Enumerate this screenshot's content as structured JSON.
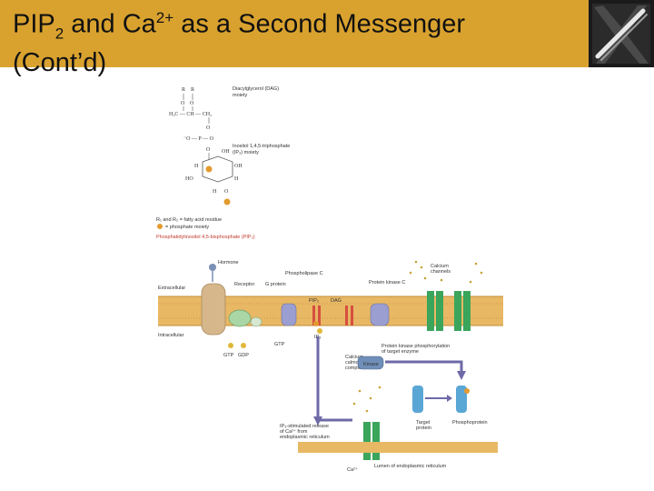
{
  "slide": {
    "title_part1": "PIP",
    "title_sub": "2",
    "title_part2": " and Ca",
    "title_sup": "2+",
    "title_part3": " as a Second Messenger",
    "title_line2": "(Cont’d)"
  },
  "colors": {
    "title_bar": "#d9a22f",
    "membrane": "#e8b865",
    "channel": "#3aa55b",
    "dark_accent": "#3a3a3a"
  },
  "figure": {
    "structure": {
      "r1": "R",
      "r2": "R",
      "diacylglycerol": "Diacylglycerol (DAG)",
      "diacylglycerol_2": "moiety",
      "inositol": "Inositol 1,4,5-triphosphate",
      "inositol_2": "(IP₃) moiety",
      "fatty_acid": "R₁ and R₂ = fatty acid residue",
      "phosphate_key": "= phosphate moiety",
      "pip2": "Phosphatidylinositol 4,5-bisphosphate (PIP₂)"
    },
    "labels": {
      "hormone": "Hormone",
      "extracellular": "Extracellular",
      "intracellular": "Intracellular",
      "receptor": "Receptor",
      "g_protein": "G protein",
      "phospholipase": "Phospholipase C",
      "protein_kinase": "Protein kinase C",
      "calcium_channels": "Calcium",
      "calcium_channels_2": "channels",
      "gtp": "GTP",
      "gdp": "GDP",
      "gtp2": "GTP",
      "calcium_complex_1": "Calcium-",
      "calcium_complex_2": "calmodulin",
      "calcium_complex_3": "complex",
      "kinase": "Kinase",
      "pk_phos_1": "Protein kinase phosphorylation",
      "pk_phos_2": "of target enzyme",
      "target_protein_1": "Target",
      "target_protein_2": "protein",
      "phosphoprotein": "Phosphoprotein",
      "ip3_release_1": "IP₃-stimulated release",
      "ip3_release_2": "of Ca²⁺ from",
      "ip3_release_3": "endoplasmic reticulum",
      "er_lumen": "Lumen of endoplasmic reticulum",
      "ca_ion": "Ca²⁺",
      "pip2_small": "PIP₂",
      "dag_small": "DAG",
      "ip3_small": "IP₃"
    }
  }
}
